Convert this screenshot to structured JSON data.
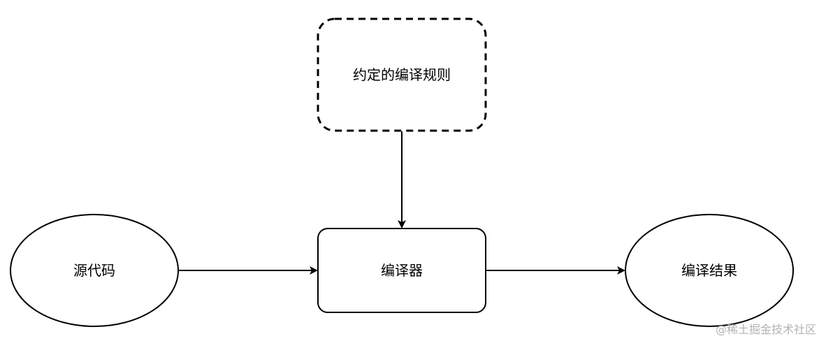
{
  "nodes": {
    "rules": "约定的编译规则",
    "source": "源代码",
    "compiler": "编译器",
    "result": "编译结果"
  },
  "edges": [
    {
      "from": "rules",
      "to": "compiler"
    },
    {
      "from": "source",
      "to": "compiler"
    },
    {
      "from": "compiler",
      "to": "result"
    }
  ],
  "watermark": "@稀土掘金技术社区",
  "colors": {
    "stroke": "#000000",
    "background": "#ffffff",
    "watermark": "#b3b3b3"
  }
}
